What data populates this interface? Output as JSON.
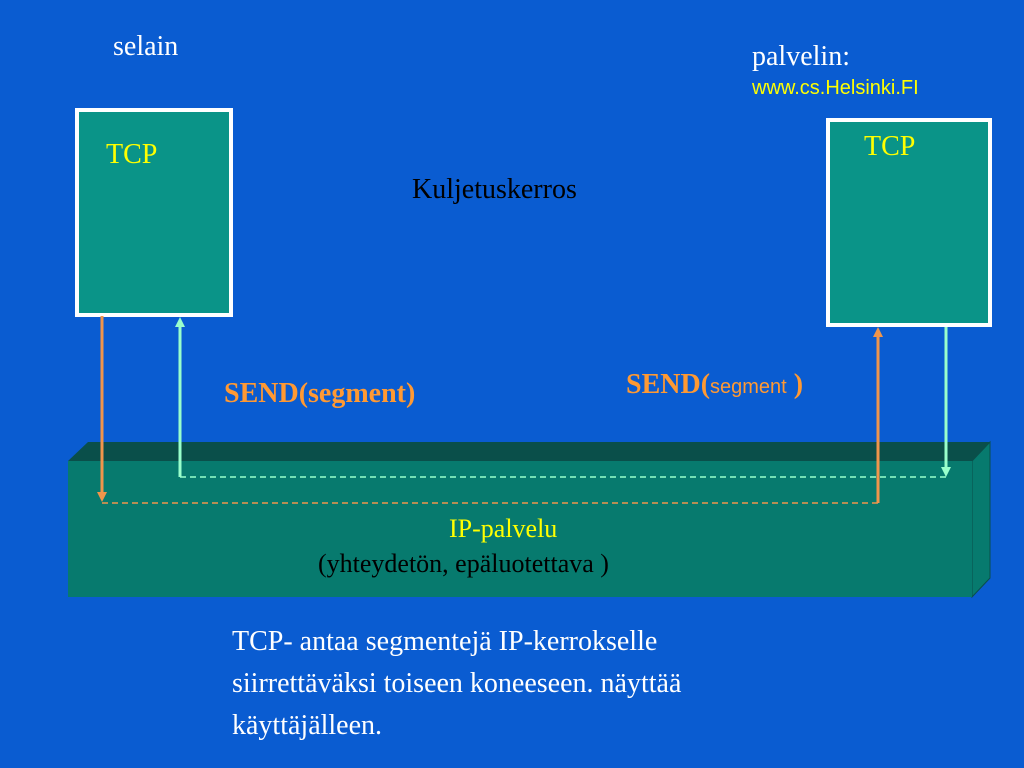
{
  "labels": {
    "client": "selain",
    "server_label": "palvelin:",
    "server_host": "www.cs.Helsinki.FI",
    "layer": "Kuljetuskerros",
    "tcp_left": "TCP",
    "tcp_right": "TCP",
    "send_left": "SEND(segment)",
    "send_right_prefix": "SEND(",
    "send_right_arg": "segment",
    "send_right_suffix": " )",
    "ip_title": "IP-palvelu",
    "ip_subtitle": "(yhteydetön, epäluotettava )",
    "caption_line1": "TCP- antaa segmentejä IP-kerrokselle",
    "caption_line2": "siirrettäväksi toiseen koneeseen. näyttää",
    "caption_line3": "käyttäjälleen."
  },
  "colors": {
    "background": "#0a5cd1",
    "box_fill": "#0a9488",
    "box_border": "#ffffff",
    "ip_front": "#077a6e",
    "ip_top": "#0a4f4a",
    "ip_side": "#077a6e",
    "tcp_text": "#ffff00",
    "send_text": "#ff9933",
    "arrow_orange": "#f0954b",
    "arrow_mint": "#99ffcc",
    "server_host_text": "#ffff00",
    "text_primary": "#ffffff",
    "text_dark": "#000000"
  }
}
